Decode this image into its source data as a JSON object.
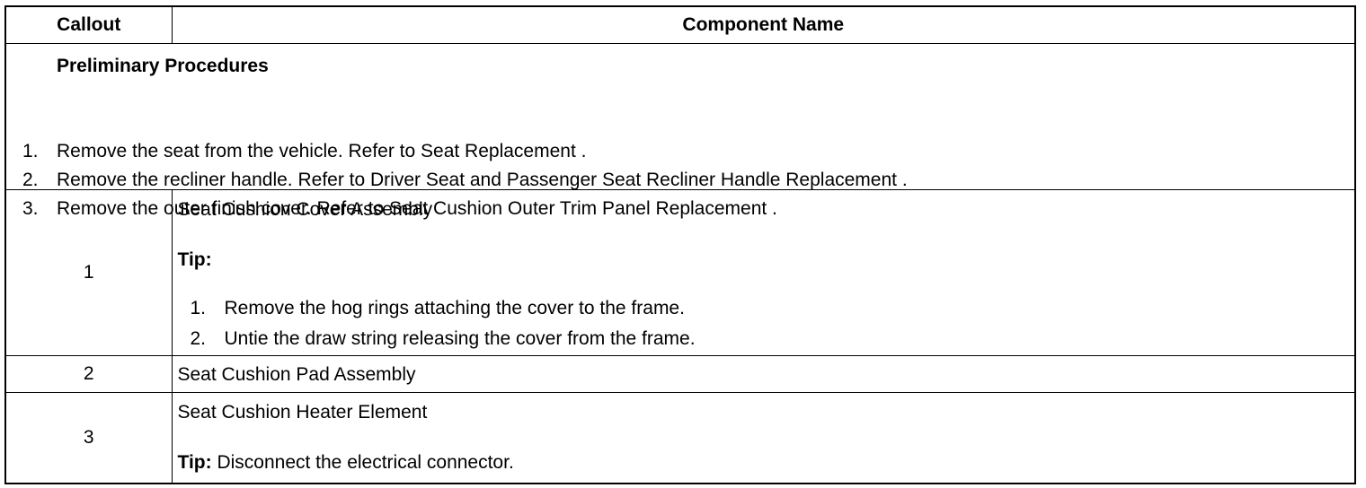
{
  "table": {
    "headers": {
      "callout": "Callout",
      "component": "Component Name"
    },
    "preliminary": {
      "title": "Preliminary Procedures",
      "steps": [
        {
          "num": "1.",
          "text": "Remove the seat from the vehicle. Refer to Seat Replacement ."
        },
        {
          "num": "2.",
          "text": "Remove the recliner handle. Refer to Driver Seat and Passenger Seat Recliner Handle Replacement ."
        },
        {
          "num": "3.",
          "text": "Remove the outer finish cover. Refer to Seat Cushion Outer Trim Panel Replacement ."
        }
      ]
    },
    "rows": [
      {
        "callout": "1",
        "name": "Seat Cushion Cover Assembly",
        "tip_label": "Tip:",
        "tip_steps": [
          {
            "num": "1.",
            "text": "Remove the hog rings attaching the cover to the frame."
          },
          {
            "num": "2.",
            "text": "Untie the draw string releasing the cover from the frame."
          }
        ]
      },
      {
        "callout": "2",
        "name": "Seat Cushion Pad Assembly"
      },
      {
        "callout": "3",
        "name": "Seat Cushion Heater Element",
        "tip_label": "Tip:",
        "tip_text": " Disconnect the electrical connector."
      }
    ]
  }
}
